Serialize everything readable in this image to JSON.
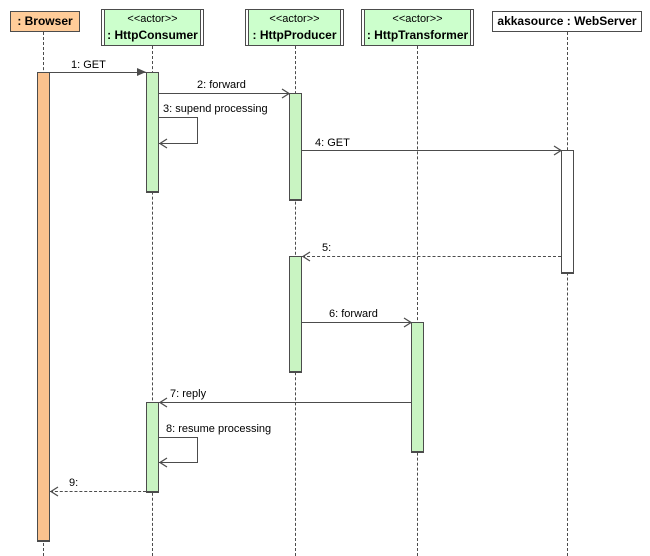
{
  "diagram_type": "uml-sequence-diagram",
  "participants": [
    {
      "id": "browser",
      "stereotype": "",
      "name": ": Browser",
      "fill": "#ffcc99"
    },
    {
      "id": "http-consumer",
      "stereotype": "<<actor>>",
      "name": ": HttpConsumer",
      "fill": "#ccffcc"
    },
    {
      "id": "http-producer",
      "stereotype": "<<actor>>",
      "name": ": HttpProducer",
      "fill": "#ccffcc"
    },
    {
      "id": "http-transformer",
      "stereotype": "<<actor>>",
      "name": ": HttpTransformer",
      "fill": "#ccffcc"
    },
    {
      "id": "webserver",
      "stereotype": "",
      "name": "akkasource : WebServer",
      "fill": "#ffffff"
    }
  ],
  "messages": [
    {
      "label": "1: GET",
      "from": ": Browser",
      "to": ": HttpConsumer",
      "kind": "sync-filled-arrow"
    },
    {
      "label": "2: forward",
      "from": ": HttpConsumer",
      "to": ": HttpProducer",
      "kind": "async-open-arrow"
    },
    {
      "label": "3: supend processing",
      "from": ": HttpConsumer",
      "to": ": HttpConsumer",
      "kind": "self-message"
    },
    {
      "label": "4: GET",
      "from": ": HttpProducer",
      "to": "akkasource : WebServer",
      "kind": "async-open-arrow"
    },
    {
      "label": "5:",
      "from": "akkasource : WebServer",
      "to": ": HttpProducer",
      "kind": "reply-dashed"
    },
    {
      "label": "6: forward",
      "from": ": HttpProducer",
      "to": ": HttpTransformer",
      "kind": "async-open-arrow"
    },
    {
      "label": "7: reply",
      "from": ": HttpTransformer",
      "to": ": HttpConsumer",
      "kind": "async-open-arrow"
    },
    {
      "label": "8: resume processing",
      "from": ": HttpConsumer",
      "to": ": HttpConsumer",
      "kind": "self-message"
    },
    {
      "label": "9:",
      "from": ": HttpConsumer",
      "to": ": Browser",
      "kind": "reply-dashed"
    }
  ],
  "colors": {
    "actor_box_green": "#ccffcc",
    "browser_box_orange": "#ffcc99",
    "webserver_box_white": "#ffffff",
    "activation_green": "#c9f4c2",
    "activation_orange": "#fbc28e",
    "line_dark": "#4c4c4c"
  }
}
